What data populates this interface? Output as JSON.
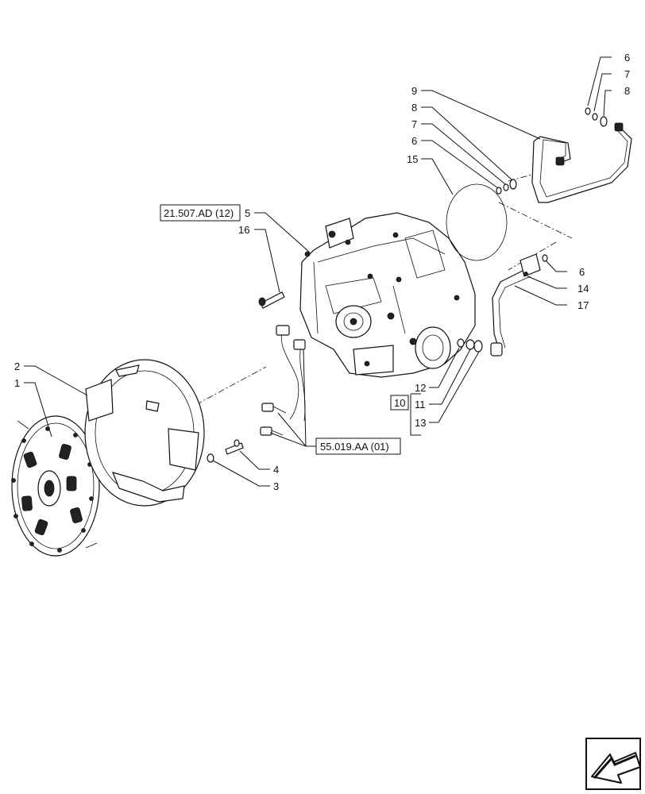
{
  "callouts": {
    "c1": "1",
    "c2": "2",
    "c3": "3",
    "c4": "4",
    "c5": "5",
    "c6a": "6",
    "c7a": "7",
    "c8a": "8",
    "c9": "9",
    "c8b": "8",
    "c7b": "7",
    "c6b": "6",
    "c15": "15",
    "c16": "16",
    "c6c": "6",
    "c14": "14",
    "c17": "17",
    "c12": "12",
    "c10": "10",
    "c11": "11",
    "c13": "13"
  },
  "references": {
    "ref_top": "21.507.AD (12)",
    "ref_mid": "55.019.AA (01)"
  },
  "icons": {
    "nav": "next-page-arrow-icon"
  }
}
